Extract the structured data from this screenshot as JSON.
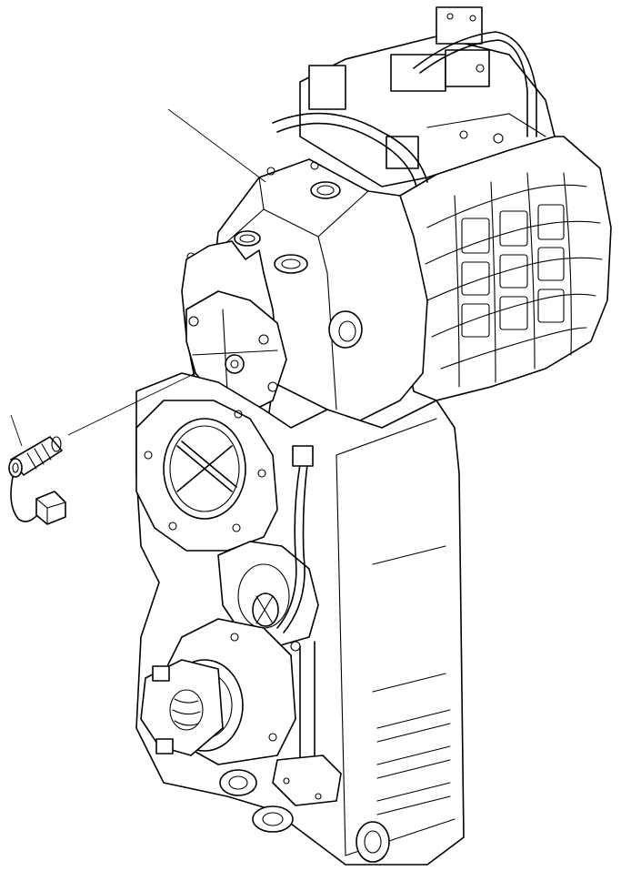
{
  "figure": {
    "background": "#ffffff",
    "line_color": "#000000",
    "parts": [
      {
        "name": "transmission-assembly",
        "icon": "transmission-housing-icon"
      },
      {
        "name": "speed-sensor",
        "icon": "sensor-icon"
      }
    ],
    "leader_lines": 2
  }
}
